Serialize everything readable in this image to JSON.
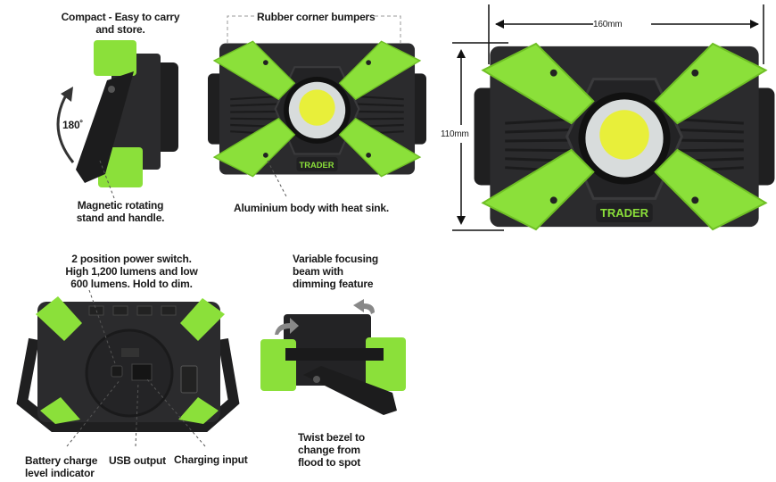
{
  "colors": {
    "bumper": "#8be03a",
    "body": "#2b2b2d",
    "lens": "#d8dcdc",
    "led": "#e8ef3a",
    "leader": "#555555"
  },
  "labels": {
    "compact": "Compact - Easy to carry\nand store.",
    "rotation_angle": "180˚",
    "magnetic": "Magnetic rotating\nstand and handle.",
    "bumpers": "Rubber corner bumpers",
    "aluminium": "Aluminium body with heat sink.",
    "power_switch": "2 position power switch.\nHigh 1,200 lumens and low\n600 lumens. Hold to dim.",
    "focusing": "Variable focusing\nbeam with\ndimming feature",
    "twist": "Twist bezel to\nchange from\nflood to spot",
    "battery": "Battery charge\nlevel indicator",
    "usb": "USB output",
    "charging": "Charging input"
  },
  "dimensions": {
    "width": "160mm",
    "height": "110mm"
  },
  "brand": "TRADER"
}
